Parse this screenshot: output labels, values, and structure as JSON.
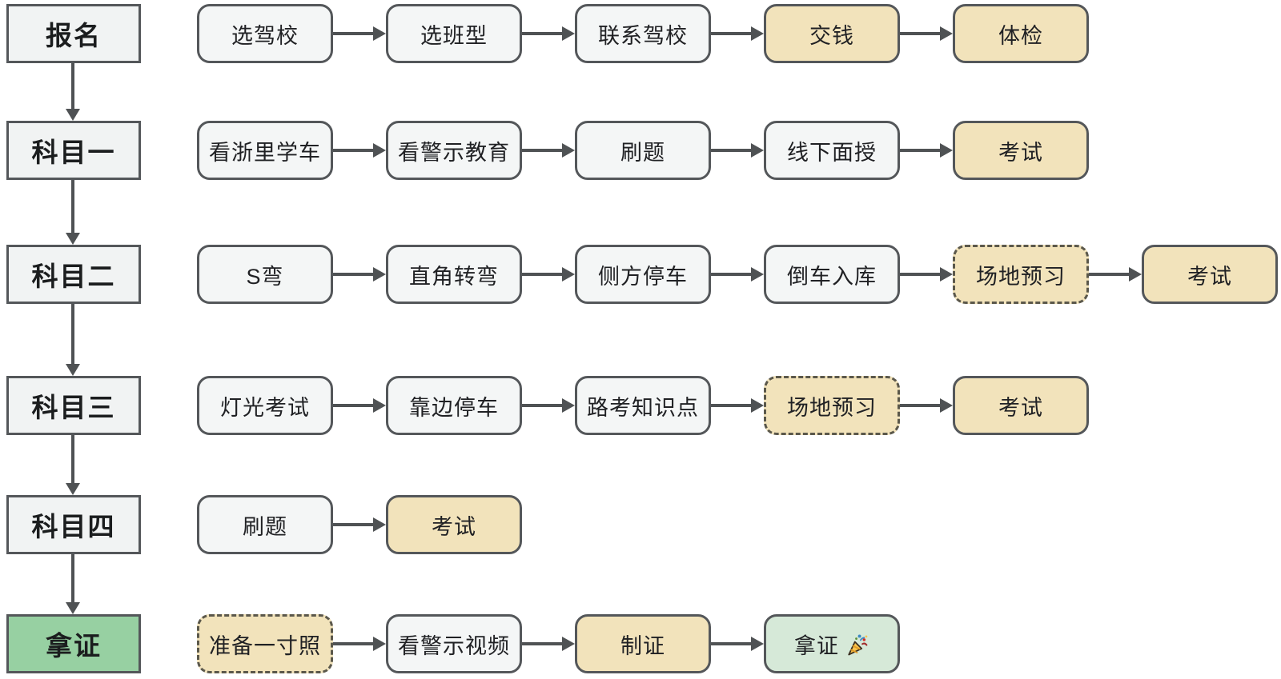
{
  "palette": {
    "arrow": "#4f5254",
    "box_border": "#54575a",
    "plain_fill": "#f4f6f6",
    "highlight_fill": "#f2e3bb",
    "dashed_border": "#5b584b",
    "success_fill": "#d6e9d8",
    "stage_fill": "#f1f3f3",
    "stage_success_fill": "#97d0a2",
    "text": "#202124"
  },
  "rows": [
    {
      "stage": "报名",
      "stage_variant": "default",
      "steps": [
        {
          "label": "选驾校",
          "variant": "plain"
        },
        {
          "label": "选班型",
          "variant": "plain"
        },
        {
          "label": "联系驾校",
          "variant": "plain"
        },
        {
          "label": "交钱",
          "variant": "highlight"
        },
        {
          "label": "体检",
          "variant": "highlight"
        }
      ]
    },
    {
      "stage": "科目一",
      "stage_variant": "default",
      "steps": [
        {
          "label": "看浙里学车",
          "variant": "plain"
        },
        {
          "label": "看警示教育",
          "variant": "plain"
        },
        {
          "label": "刷题",
          "variant": "plain"
        },
        {
          "label": "线下面授",
          "variant": "plain"
        },
        {
          "label": "考试",
          "variant": "highlight"
        }
      ]
    },
    {
      "stage": "科目二",
      "stage_variant": "default",
      "steps": [
        {
          "label": "S弯",
          "variant": "plain"
        },
        {
          "label": "直角转弯",
          "variant": "plain"
        },
        {
          "label": "侧方停车",
          "variant": "plain"
        },
        {
          "label": "倒车入库",
          "variant": "plain"
        },
        {
          "label": "场地预习",
          "variant": "dashed"
        },
        {
          "label": "考试",
          "variant": "highlight"
        }
      ]
    },
    {
      "stage": "科目三",
      "stage_variant": "default",
      "steps": [
        {
          "label": "灯光考试",
          "variant": "plain"
        },
        {
          "label": "靠边停车",
          "variant": "plain"
        },
        {
          "label": "路考知识点",
          "variant": "plain"
        },
        {
          "label": "场地预习",
          "variant": "dashed"
        },
        {
          "label": "考试",
          "variant": "highlight"
        }
      ]
    },
    {
      "stage": "科目四",
      "stage_variant": "default",
      "steps": [
        {
          "label": "刷题",
          "variant": "plain"
        },
        {
          "label": "考试",
          "variant": "highlight"
        }
      ]
    },
    {
      "stage": "拿证",
      "stage_variant": "success",
      "steps": [
        {
          "label": "准备一寸照",
          "variant": "dashed"
        },
        {
          "label": "看警示视频",
          "variant": "plain"
        },
        {
          "label": "制证",
          "variant": "highlight"
        },
        {
          "label": "拿证",
          "variant": "success",
          "icon": "party-popper"
        }
      ]
    }
  ]
}
